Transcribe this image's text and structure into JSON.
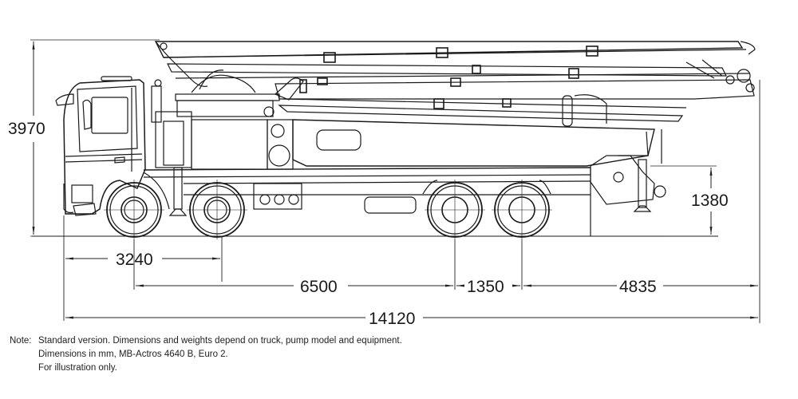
{
  "drawing": {
    "title": "Truck-mounted concrete pump side view",
    "subject": "MB-Actros 4640 B truck with concrete pump boom"
  },
  "dimensions": {
    "unit": "mm",
    "overall_height": "3970",
    "rear_outrigger_height": "1380",
    "front_overhang_to_first_axle": "3240",
    "axle_span_front_to_rear": "6500",
    "rear_tandem_spacing": "1350",
    "rear_overhang": "4835",
    "overall_length": "14120"
  },
  "note": {
    "label": "Note:",
    "lines": [
      "Standard version. Dimensions and weights depend on truck, pump model and equipment.",
      "Dimensions in mm, MB-Actros 4640 B, Euro 2.",
      "For illustration only."
    ]
  }
}
